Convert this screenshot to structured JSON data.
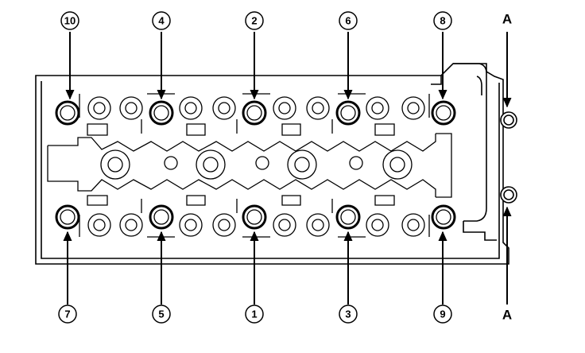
{
  "diagram": {
    "bolts": [
      {
        "label": "10",
        "row": "top"
      },
      {
        "label": "4",
        "row": "top"
      },
      {
        "label": "2",
        "row": "top"
      },
      {
        "label": "6",
        "row": "top"
      },
      {
        "label": "8",
        "row": "top"
      },
      {
        "label": "7",
        "row": "bottom"
      },
      {
        "label": "5",
        "row": "bottom"
      },
      {
        "label": "1",
        "row": "bottom"
      },
      {
        "label": "3",
        "row": "bottom"
      },
      {
        "label": "9",
        "row": "bottom"
      }
    ],
    "side_label_top": "A",
    "side_label_bottom": "A"
  }
}
